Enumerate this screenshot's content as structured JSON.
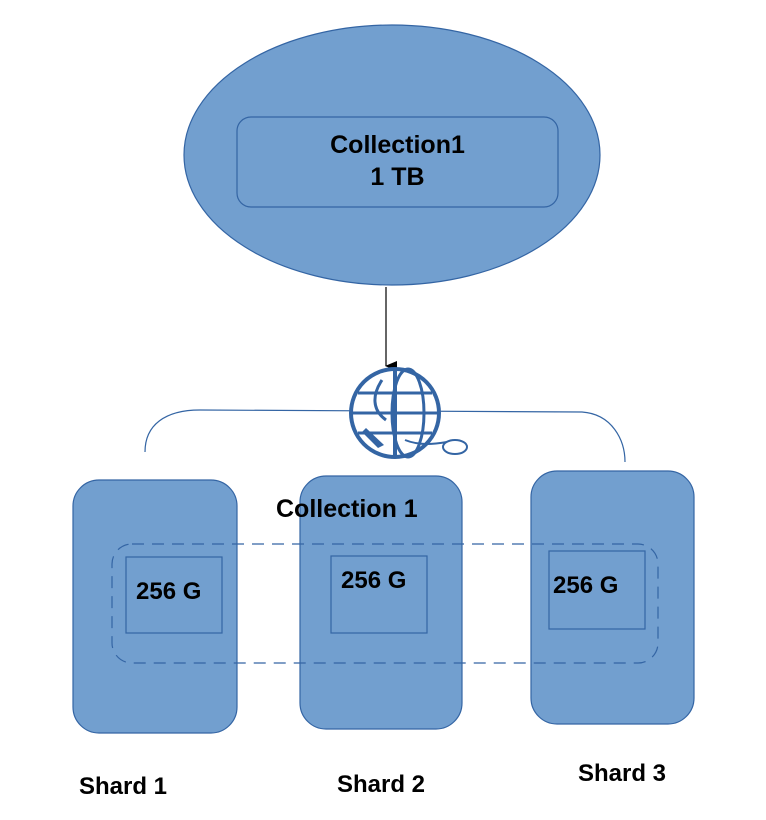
{
  "collection": {
    "name": "Collection1",
    "size": "1 TB"
  },
  "router": {
    "icon": "globe-router-icon"
  },
  "sharded_collection": {
    "label": "Collection 1"
  },
  "shards": [
    {
      "name": "Shard 1",
      "chunk": "256 G"
    },
    {
      "name": "Shard 2",
      "chunk": "256 G"
    },
    {
      "name": "Shard 3",
      "chunk": "256 G"
    }
  ],
  "colors": {
    "fill": "#729fcf",
    "stroke": "#3465a4",
    "arrow": "#000000"
  }
}
